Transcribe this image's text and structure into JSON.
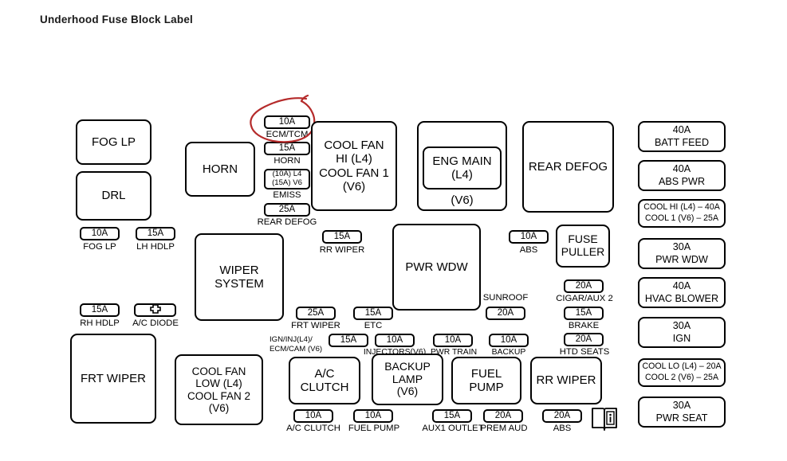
{
  "page": {
    "title": "Underhood Fuse Block Label"
  },
  "annotation": {
    "name": "red-circle-highlight",
    "color": "#b52b2b",
    "targets": "10A ECM/TCM"
  },
  "icons": {
    "ac_diode": "diode-icon",
    "manual": "open-book-icon"
  },
  "relays": {
    "fog_lp": "FOG LP",
    "drl": "DRL",
    "horn": "HORN",
    "wiper_system": "WIPER SYSTEM",
    "frt_wiper": "FRT WIPER",
    "cool_fan_low": "COOL FAN LOW (L4) COOL FAN 2 (V6)",
    "cool_fan_hi": "COOL FAN HI (L4) COOL FAN 1 (V6)",
    "eng_main_inner": "ENG MAIN (L4)",
    "eng_main_outer": "(V6)",
    "rear_defog": "REAR DEFOG",
    "pwr_wdw": "PWR WDW",
    "ac_clutch": "A/C CLUTCH",
    "backup_lamp": "BACKUP LAMP (V6)",
    "fuel_pump": "FUEL PUMP",
    "rr_wiper": "RR WIPER",
    "fuse_puller": "FUSE PULLER"
  },
  "relay_lines": {
    "cool_fan_hi": [
      "COOL FAN",
      "HI (L4)",
      "COOL FAN 1",
      "(V6)"
    ],
    "cool_fan_low": [
      "COOL FAN",
      "LOW (L4)",
      "COOL FAN 2",
      "(V6)"
    ],
    "eng_main": [
      "ENG MAIN",
      "(L4)"
    ],
    "wiper_system": [
      "WIPER",
      "SYSTEM"
    ],
    "ac_clutch": [
      "A/C",
      "CLUTCH"
    ],
    "backup_lamp": [
      "BACKUP",
      "LAMP",
      "(V6)"
    ],
    "fuel_pump": [
      "FUEL",
      "PUMP"
    ],
    "fuse_puller": [
      "FUSE",
      "PULLER"
    ]
  },
  "fuses": {
    "ecm_tcm": {
      "rating": "10A",
      "label": "ECM/TCM"
    },
    "horn": {
      "rating": "15A",
      "label": "HORN"
    },
    "emiss": {
      "rating": "(10A) L4 (15A) V6",
      "rating_l1": "(10A) L4",
      "rating_l2": "(15A) V6",
      "label": "EMISS"
    },
    "rear_defog": {
      "rating": "25A",
      "label": "REAR DEFOG"
    },
    "fog_lp": {
      "rating": "10A",
      "label": "FOG LP"
    },
    "lh_hdlp": {
      "rating": "15A",
      "label": "LH HDLP"
    },
    "rh_hdlp": {
      "rating": "15A",
      "label": "RH HDLP"
    },
    "ac_diode": {
      "rating": "",
      "label": "A/C DIODE"
    },
    "rr_wiper": {
      "rating": "15A",
      "label": "RR WIPER"
    },
    "frt_wiper": {
      "rating": "25A",
      "label": "FRT WIPER"
    },
    "etc": {
      "rating": "15A",
      "label": "ETC"
    },
    "abs_upper": {
      "rating": "10A",
      "label": "ABS"
    },
    "sunroof": {
      "rating": "20A",
      "label": "SUNROOF"
    },
    "cigar_aux2": {
      "rating": "20A",
      "label": "CIGAR/AUX 2"
    },
    "brake": {
      "rating": "15A",
      "label": "BRAKE"
    },
    "htd_seats": {
      "rating": "20A",
      "label": "HTD SEATS"
    },
    "ign_inj": {
      "rating": "15A",
      "label_l1": "IGN/INJ(L4)/",
      "label_l2": "ECM/CAM (V6)"
    },
    "injectors": {
      "rating": "10A",
      "label": "INJECTORS(V6)"
    },
    "pwr_train": {
      "rating": "10A",
      "label": "PWR TRAIN"
    },
    "backup": {
      "rating": "10A",
      "label": "BACKUP"
    },
    "ac_clutch": {
      "rating": "10A",
      "label": "A/C CLUTCH"
    },
    "fuel_pump": {
      "rating": "10A",
      "label": "FUEL PUMP"
    },
    "aux1_outlet": {
      "rating": "15A",
      "label": "AUX1 OUTLET"
    },
    "prem_aud": {
      "rating": "20A",
      "label": "PREM AUD"
    },
    "abs_lower": {
      "rating": "20A",
      "label": "ABS"
    }
  },
  "maxi_fuses": [
    {
      "rating": "40A",
      "label": "BATT FEED"
    },
    {
      "rating": "40A",
      "label": "ABS PWR"
    },
    {
      "dual_l1": "COOL HI (L4) – 40A",
      "dual_l2": "COOL 1 (V6) – 25A"
    },
    {
      "rating": "30A",
      "label": "PWR WDW"
    },
    {
      "rating": "40A",
      "label": "HVAC BLOWER"
    },
    {
      "rating": "30A",
      "label": "IGN"
    },
    {
      "dual_l1": "COOL LO (L4) – 20A",
      "dual_l2": "COOL 2 (V6) – 25A"
    },
    {
      "rating": "30A",
      "label": "PWR SEAT"
    }
  ]
}
